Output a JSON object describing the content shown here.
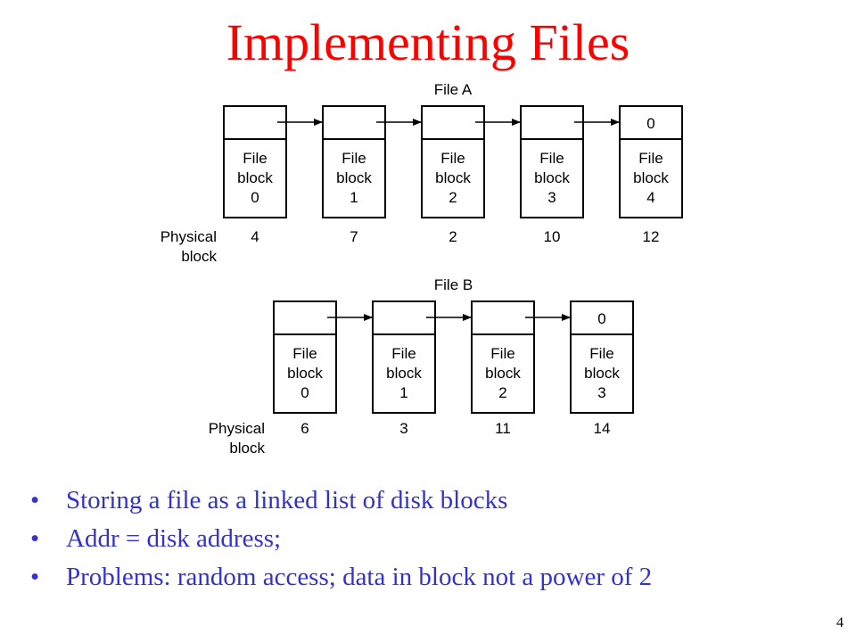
{
  "slide": {
    "title": "Implementing Files",
    "page_number": "4"
  },
  "diagram": {
    "block_line1": "File",
    "block_line2": "block",
    "physical_label_line1": "Physical",
    "physical_label_line2": "block",
    "end_marker": "0",
    "files": [
      {
        "name": "File A",
        "blocks": [
          {
            "index": "0",
            "physical": "4"
          },
          {
            "index": "1",
            "physical": "7"
          },
          {
            "index": "2",
            "physical": "2"
          },
          {
            "index": "3",
            "physical": "10"
          },
          {
            "index": "4",
            "physical": "12"
          }
        ]
      },
      {
        "name": "File B",
        "blocks": [
          {
            "index": "0",
            "physical": "6"
          },
          {
            "index": "1",
            "physical": "3"
          },
          {
            "index": "2",
            "physical": "11"
          },
          {
            "index": "3",
            "physical": "14"
          }
        ]
      }
    ]
  },
  "bullets": [
    "Storing a file as a linked list of disk blocks",
    "Addr = disk address;",
    "Problems: random access; data in block not a power of 2"
  ],
  "colors": {
    "title": "#ff0000",
    "bullets": "#3333cc",
    "diagram": "#000000"
  }
}
